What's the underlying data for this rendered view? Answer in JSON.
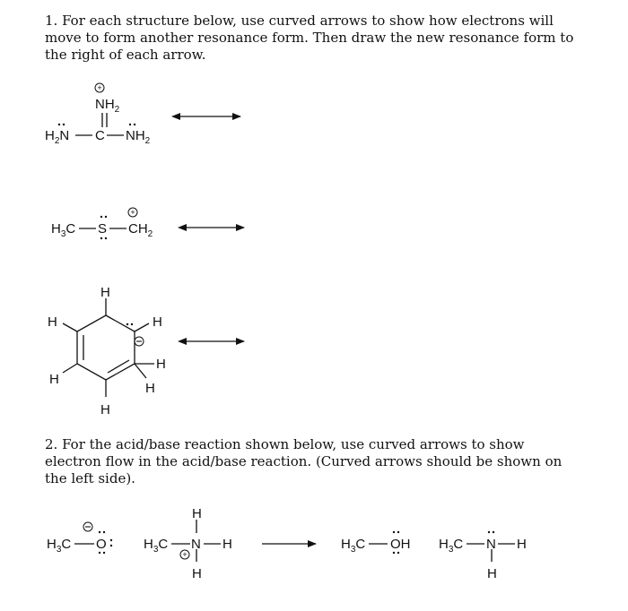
{
  "question1": {
    "text": "1. For each structure below, use curved arrows to show how electrons will move to form another resonance form. Then draw the new resonance form to the right of each arrow."
  },
  "question2": {
    "text": "2. For the acid/base reaction shown below, use curved arrows to show electron flow in the acid/base reaction. (Curved arrows should be shown on the left side)."
  },
  "structures": {
    "s1": {
      "top": "NH",
      "top_sub": "2",
      "left": "H",
      "left_sub": "2",
      "left_atom": "N",
      "center": "C",
      "right": "NH",
      "right_sub": "2"
    },
    "s2": {
      "left": "H",
      "left_sub": "3",
      "left_atom": "C",
      "center": "S",
      "right": "CH",
      "right_sub": "2"
    },
    "s3": {
      "h": "H"
    },
    "reaction": {
      "r1_left": "H",
      "r1_sub": "3",
      "r1_c": "C",
      "r1_o": "O",
      "r2_left": "H",
      "r2_sub": "3",
      "r2_c": "C",
      "r2_n": "N",
      "h": "H",
      "p1_left": "H",
      "p1_sub": "3",
      "p1_c": "C",
      "p1_oh": "OH",
      "p2_left": "H",
      "p2_sub": "3",
      "p2_c": "C",
      "p2_n": "N"
    }
  }
}
